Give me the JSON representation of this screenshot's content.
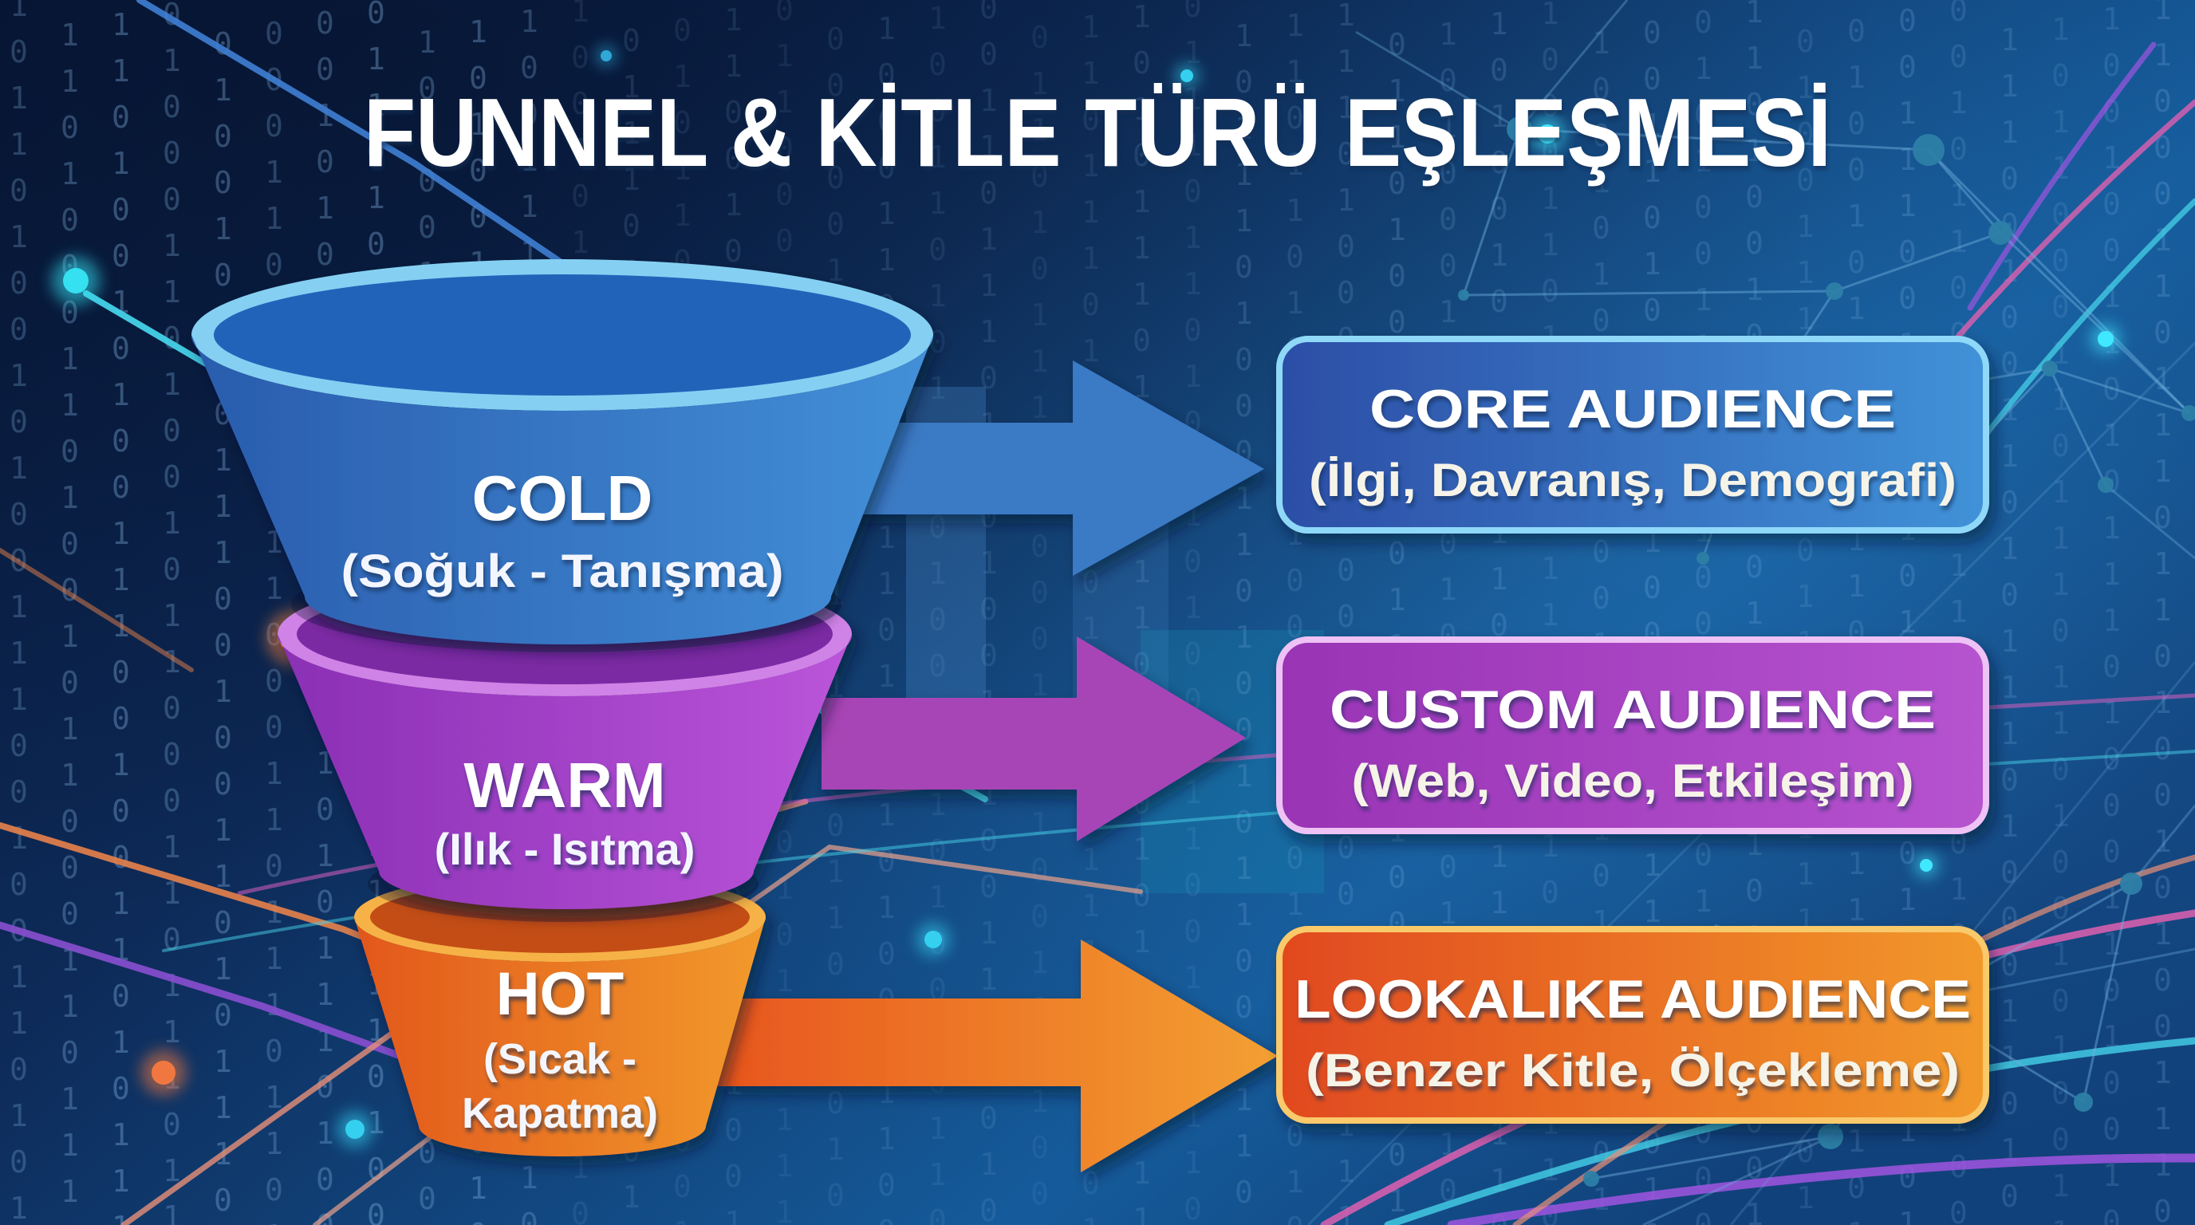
{
  "title": "FUNNEL & KİTLE TÜRÜ EŞLEŞMESİ",
  "funnel_stages": [
    {
      "label": "COLD",
      "subtitle": "(Soğuk - Tanışma)",
      "body_color_left": "#2a5cad",
      "body_color_right": "#4390d8",
      "rim_color": "#85d0f2",
      "opening_color": "#2264ba",
      "arrow_color": "#3b7ac4"
    },
    {
      "label": "WARM",
      "subtitle": "(Ilık - Isıtma)",
      "body_color_left": "#8a2fb4",
      "body_color_right": "#bb55da",
      "rim_color": "#d083e6",
      "opening_color": "#7b2aa4",
      "arrow_color": "#a844b6"
    },
    {
      "label": "HOT",
      "subtitle_lines": [
        "(Sıcak -",
        "Kapatma)"
      ],
      "body_color_left": "#e2571c",
      "body_color_right": "#f29a2b",
      "rim_color": "#f6b246",
      "opening_color": "#c44d12",
      "arrow_color_left": "#e8551e",
      "arrow_color_right": "#f3a032"
    }
  ],
  "audience_boxes": [
    {
      "title": "CORE AUDIENCE",
      "subtitle": "(İlgi, Davranış, Demografi)",
      "fill_left": "#2c4ea6",
      "fill_right": "#4192d8",
      "border_color": "#8fd8f8"
    },
    {
      "title": "CUSTOM AUDIENCE",
      "subtitle": "(Web, Video, Etkileşim)",
      "fill_left": "#9934b5",
      "fill_right": "#b653cf",
      "border_color": "#eec2f5"
    },
    {
      "title": "LOOKALIKE AUDIENCE",
      "subtitle": "(Benzer Kitle, Ölçekleme)",
      "fill_left": "#e1491f",
      "fill_right": "#f2992b",
      "border_color": "#f9c96a"
    }
  ],
  "background": {
    "base_colors": [
      "#081a3c",
      "#0d2a58",
      "#155b9b",
      "#11417a"
    ],
    "binary_pattern": "1011010010100111001001101011101000110100101100011011",
    "binary_color": "#8fc1ee"
  }
}
